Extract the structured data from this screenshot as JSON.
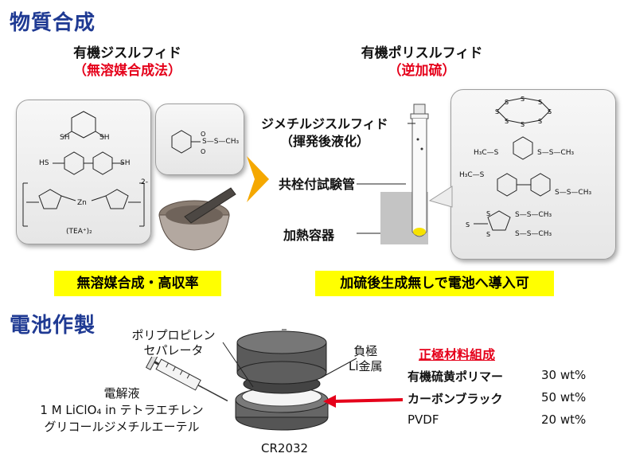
{
  "sections": {
    "synthesis_title": "物質合成",
    "battery_title": "電池作製"
  },
  "left_panel": {
    "heading": "有機ジスルフィド",
    "method": "（無溶媒合成法）",
    "bottom_label": "無溶媒合成・高収率",
    "molecule_labels": {
      "sh1": "SH",
      "sh2": "SH",
      "hs_biphenyl": "HS",
      "sh_biphenyl": "SH",
      "zn": "Zn",
      "tea": "(TEA⁺)₂",
      "charge": "2-",
      "sulfonate": "S—S—CH₃"
    }
  },
  "right_panel": {
    "heading": "有機ポリスルフィド",
    "method": "（逆加硫）",
    "bottom_label": "加硫後生成無しで電池へ導入可",
    "dimethyl_disulfide": "ジメチルジスルフィド",
    "volatile": "（揮発後液化）",
    "tube_label": "共栓付試験管",
    "heater_label": "加熱容器",
    "molecule_labels": {
      "m1_left": "H₃C—S",
      "m1_right": "S—S—CH₃",
      "m2_left": "H₃C—S",
      "m2_right": "S—S—CH₃",
      "m3_a": "S—S—CH₃",
      "m3_b": "S—S—CH₃"
    }
  },
  "battery": {
    "separator_label_1": "ポリプロピレン",
    "separator_label_2": "セパレータ",
    "anode_label_1": "負極",
    "anode_label_2": "Li金属",
    "electrolyte_1": "電解液",
    "electrolyte_2": "1 M LiClO₄ in テトラエチレン",
    "electrolyte_3": "グリコールジメチルエーテル",
    "cell_name": "CR2032"
  },
  "composition": {
    "title": "正極材料組成",
    "rows": [
      {
        "name": "有機硫黄ポリマー",
        "value": "30 wt%"
      },
      {
        "name": "カーボンブラック",
        "value": "50 wt%"
      },
      {
        "name": "PVDF",
        "value": "20 wt%"
      }
    ]
  },
  "colors": {
    "title_blue": "#1f3a93",
    "highlight_red": "#e5001a",
    "band_yellow": "#ffff00",
    "arrow_orange": "#f5a800"
  }
}
